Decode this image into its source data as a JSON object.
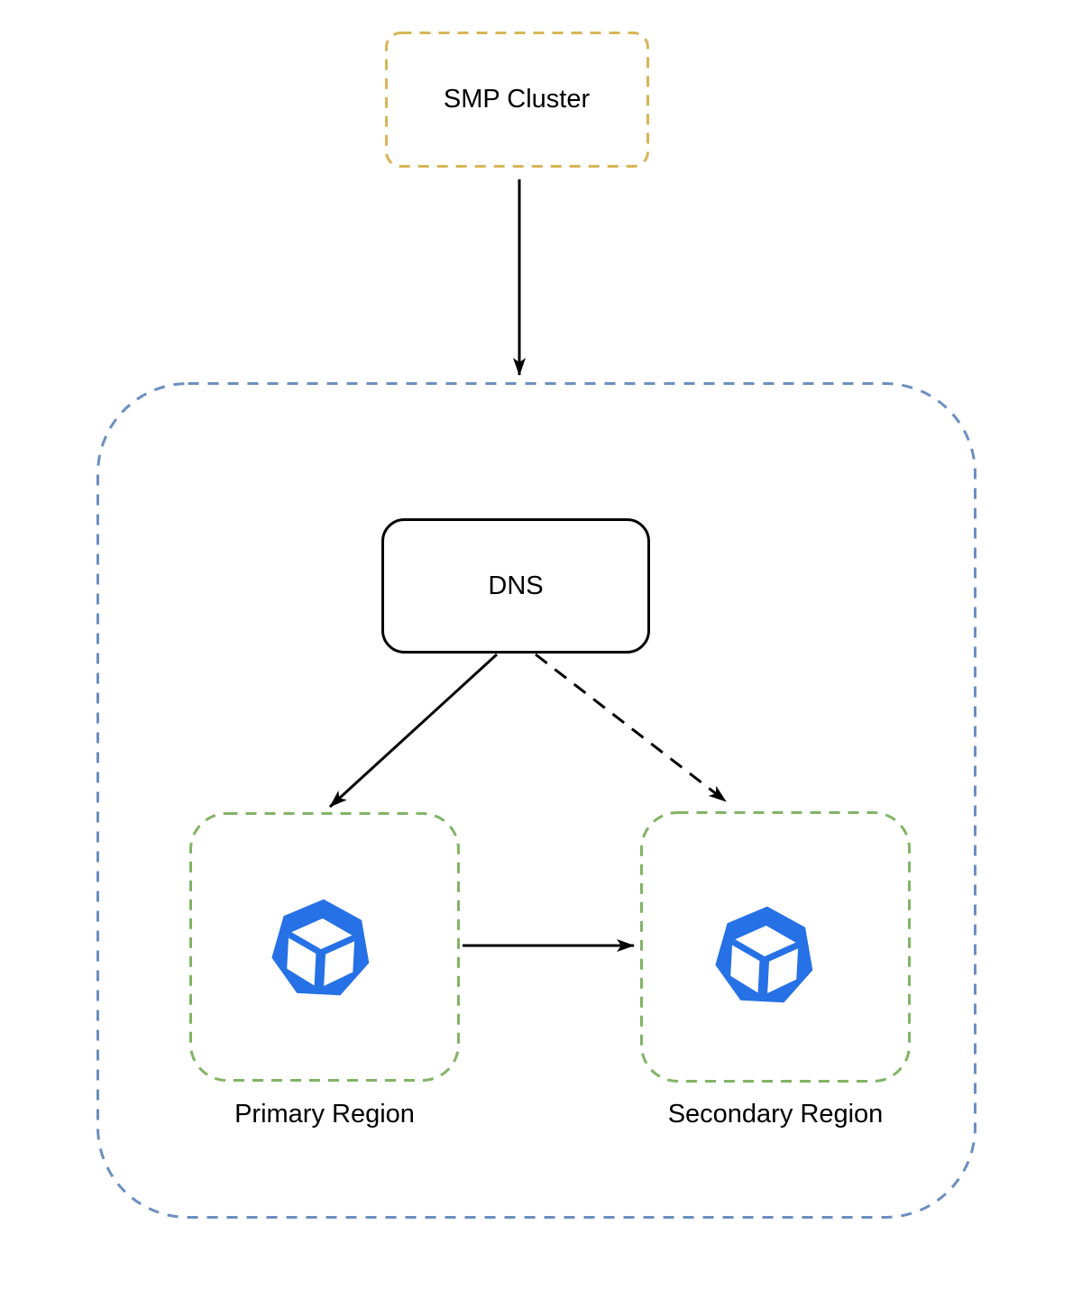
{
  "diagram": {
    "nodes": {
      "smp_cluster": {
        "label": "SMP Cluster",
        "shape": "rounded-rect",
        "border_style": "dashed",
        "border_color": "#D6B656",
        "fill": "#FFFFFF"
      },
      "region_container": {
        "shape": "rounded-rect-container",
        "border_style": "dashed",
        "border_color": "#6C8EBF",
        "fill": "#FFFFFF"
      },
      "dns": {
        "label": "DNS",
        "shape": "rounded-rect",
        "border_style": "solid",
        "border_color": "#000000",
        "fill": "#FFFFFF"
      },
      "primary_region": {
        "label": "Primary Region",
        "shape": "rounded-rect",
        "border_style": "dashed",
        "border_color": "#82B366",
        "fill": "#FFFFFF",
        "icon": "cube-heptagon-icon",
        "icon_color": "#2671E5"
      },
      "secondary_region": {
        "label": "Secondary Region",
        "shape": "rounded-rect",
        "border_style": "dashed",
        "border_color": "#82B366",
        "fill": "#FFFFFF",
        "icon": "cube-heptagon-icon",
        "icon_color": "#2671E5"
      }
    },
    "edges": [
      {
        "from": "smp_cluster",
        "to": "region_container",
        "style": "solid-arrow"
      },
      {
        "from": "dns",
        "to": "primary_region",
        "style": "solid-arrow"
      },
      {
        "from": "dns",
        "to": "secondary_region",
        "style": "dashed-arrow"
      },
      {
        "from": "primary_region",
        "to": "secondary_region",
        "style": "solid-arrow"
      }
    ],
    "colors": {
      "arrow": "#000000",
      "text": "#000000",
      "background": "#FFFFFF"
    }
  }
}
